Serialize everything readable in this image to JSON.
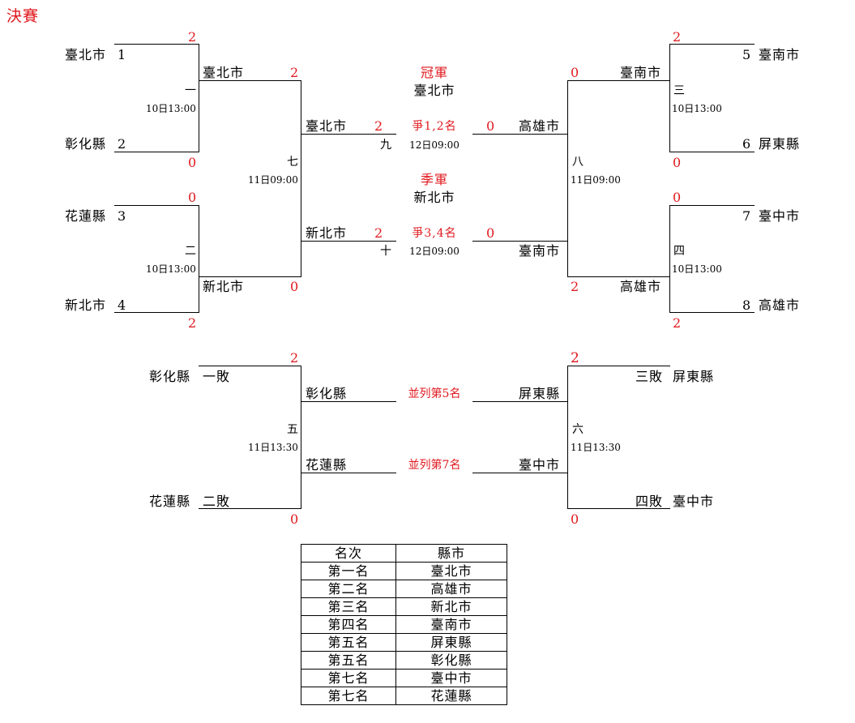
{
  "title": "決賽",
  "left_r1": {
    "m1": {
      "team_a": "臺北市",
      "seed_a": "1",
      "score_a": "2",
      "team_b": "彰化縣",
      "seed_b": "2",
      "score_b": "0",
      "game_no": "一",
      "time": "10日13:00"
    },
    "m2": {
      "team_a": "花蓮縣",
      "seed_a": "3",
      "score_a": "0",
      "team_b": "新北市",
      "seed_b": "4",
      "score_b": "2",
      "game_no": "二",
      "time": "10日13:00"
    }
  },
  "right_r1": {
    "m3": {
      "team_a": "臺南市",
      "seed_a": "5",
      "score_a": "2",
      "team_b": "屏東縣",
      "seed_b": "6",
      "score_b": "0",
      "game_no": "三",
      "time": "10日13:00"
    },
    "m4": {
      "team_a": "臺中市",
      "seed_a": "7",
      "score_a": "0",
      "team_b": "高雄市",
      "seed_b": "8",
      "score_b": "2",
      "game_no": "四",
      "time": "10日13:00"
    }
  },
  "left_semi": {
    "team_a": "臺北市",
    "score_a": "2",
    "team_b": "新北市",
    "score_b": "0",
    "game_no": "七",
    "time": "11日09:00"
  },
  "right_semi": {
    "team_a": "高雄市",
    "score_a": "0",
    "team_b": "臺南市",
    "score_b": "2",
    "game_no": "八",
    "time": "11日09:00"
  },
  "final": {
    "champion_label": "冠軍",
    "champion": "臺北市",
    "left_team": "臺北市",
    "left_score": "2",
    "right_team": "高雄市",
    "right_score": "0",
    "label": "爭1,2名",
    "game_no": "九",
    "time": "12日09:00"
  },
  "third": {
    "label_title": "季軍",
    "winner": "新北市",
    "left_team": "新北市",
    "left_score": "2",
    "right_team": "臺南市",
    "right_score": "0",
    "label": "爭3,4名",
    "game_no": "十",
    "time": "12日09:00"
  },
  "consolation_left": {
    "top_team": "彰化縣",
    "top_tag": "一敗",
    "top_score": "2",
    "bottom_team": "花蓮縣",
    "bottom_tag": "二敗",
    "bottom_score": "0",
    "winner": "彰化縣",
    "loser": "花蓮縣",
    "game_no": "五",
    "time": "11日13:30"
  },
  "consolation_right": {
    "top_team": "屏東縣",
    "top_tag": "三敗",
    "top_score": "2",
    "bottom_team": "臺中市",
    "bottom_tag": "四敗",
    "bottom_score": "0",
    "winner": "屏東縣",
    "loser": "臺中市",
    "game_no": "六",
    "time": "11日13:30"
  },
  "tie5_label": "並列第5名",
  "tie7_label": "並列第7名",
  "ranking": {
    "headers": [
      "名次",
      "縣市"
    ],
    "rows": [
      [
        "第一名",
        "臺北市"
      ],
      [
        "第二名",
        "高雄市"
      ],
      [
        "第三名",
        "新北市"
      ],
      [
        "第四名",
        "臺南市"
      ],
      [
        "第五名",
        "屏東縣"
      ],
      [
        "第五名",
        "彰化縣"
      ],
      [
        "第七名",
        "臺中市"
      ],
      [
        "第七名",
        "花蓮縣"
      ]
    ]
  },
  "colors": {
    "accent": "#e0191e",
    "line": "#000000"
  }
}
